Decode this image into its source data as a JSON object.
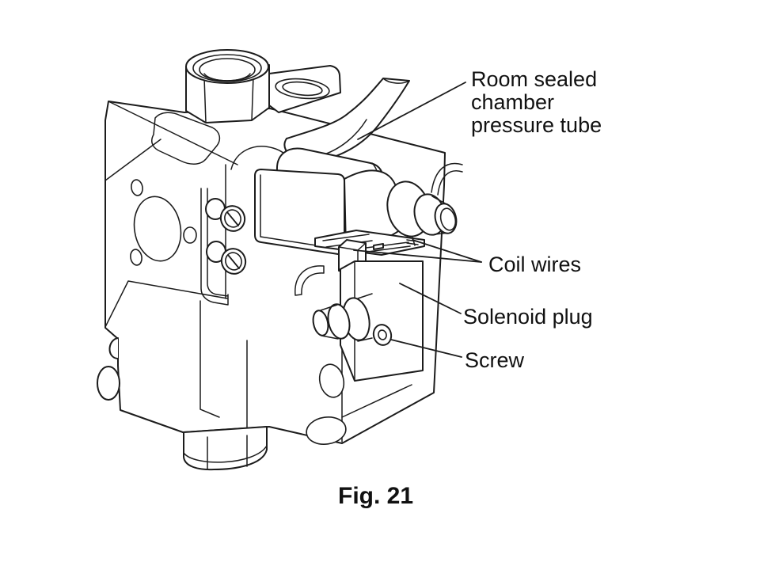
{
  "figure": {
    "caption": "Fig. 21",
    "callouts": [
      {
        "id": "pressure-tube",
        "label": "Room sealed chamber pressure tube",
        "lines": [
          "Room sealed",
          "chamber",
          "pressure tube"
        ]
      },
      {
        "id": "coil-wires",
        "label": "Coil wires"
      },
      {
        "id": "solenoid-plug",
        "label": "Solenoid plug"
      },
      {
        "id": "screw",
        "label": "Screw"
      }
    ],
    "colors": {
      "ink": "#1c1c1c",
      "background": "#ffffff"
    }
  }
}
